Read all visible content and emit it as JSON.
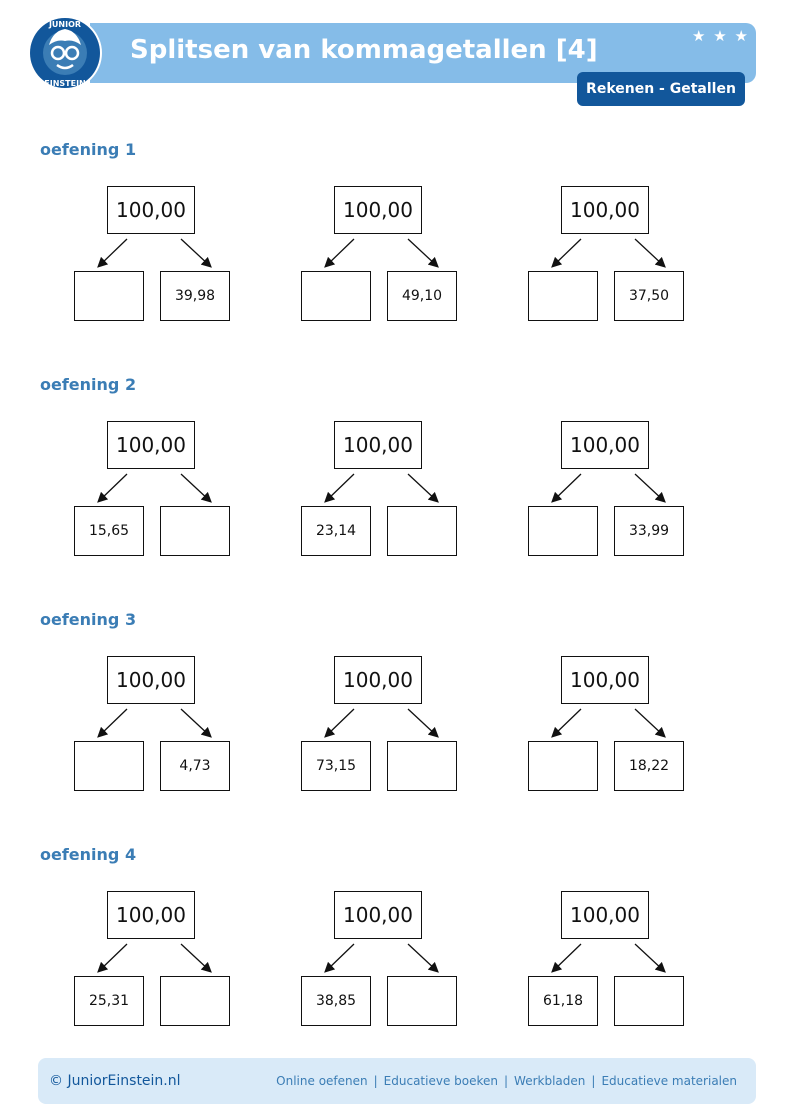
{
  "header": {
    "title": "Splitsen van kommagetallen [4]",
    "category": "Rekenen - Getallen",
    "stars": [
      "★",
      "★",
      "★"
    ],
    "logo": {
      "icon": "junior-einstein-logo",
      "text_top": "JUNIOR",
      "text_bottom": "EINSTEIN"
    }
  },
  "colors": {
    "header_bar": "#85bce8",
    "category_bg": "#12579b",
    "section_title": "#3b7db5",
    "footer_bg": "#d9eaf8"
  },
  "sections": [
    {
      "title": "oefening 1",
      "problems": [
        {
          "total": "100,00",
          "left": "",
          "right": "39,98"
        },
        {
          "total": "100,00",
          "left": "",
          "right": "49,10"
        },
        {
          "total": "100,00",
          "left": "",
          "right": "37,50"
        }
      ]
    },
    {
      "title": "oefening 2",
      "problems": [
        {
          "total": "100,00",
          "left": "15,65",
          "right": ""
        },
        {
          "total": "100,00",
          "left": "23,14",
          "right": ""
        },
        {
          "total": "100,00",
          "left": "",
          "right": "33,99"
        }
      ]
    },
    {
      "title": "oefening 3",
      "problems": [
        {
          "total": "100,00",
          "left": "",
          "right": "4,73"
        },
        {
          "total": "100,00",
          "left": "73,15",
          "right": ""
        },
        {
          "total": "100,00",
          "left": "",
          "right": "18,22"
        }
      ]
    },
    {
      "title": "oefening 4",
      "problems": [
        {
          "total": "100,00",
          "left": "25,31",
          "right": ""
        },
        {
          "total": "100,00",
          "left": "38,85",
          "right": ""
        },
        {
          "total": "100,00",
          "left": "61,18",
          "right": ""
        }
      ]
    }
  ],
  "footer": {
    "copyright": "© JuniorEinstein.nl",
    "links": [
      "Online oefenen",
      "Educatieve boeken",
      "Werkbladen",
      "Educatieve materialen"
    ],
    "separator": "|"
  }
}
